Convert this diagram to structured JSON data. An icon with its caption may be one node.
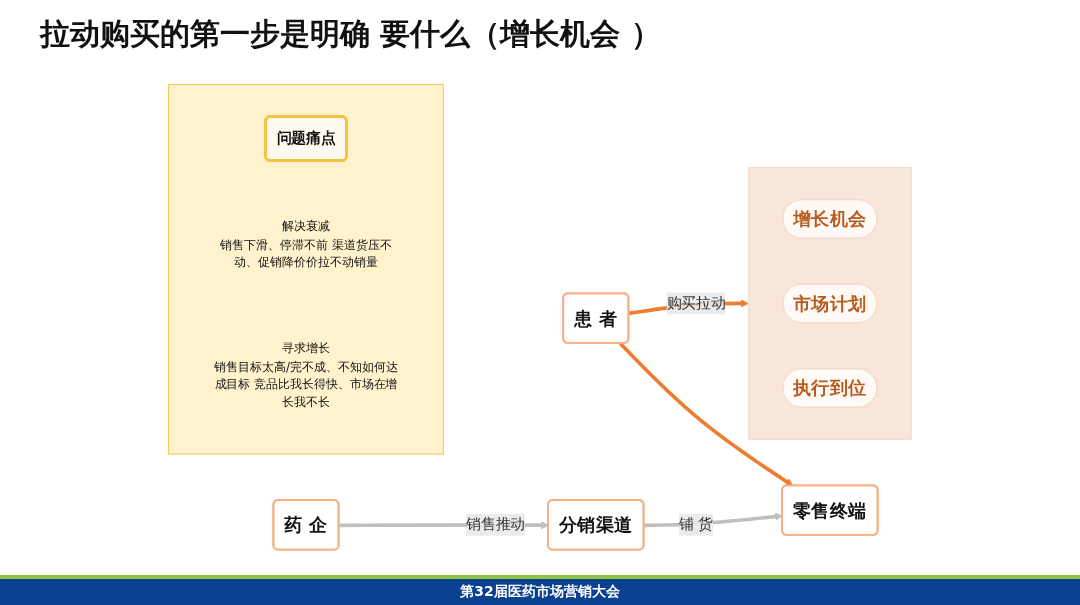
{
  "diagram": {
    "title": "拉动购买的第一步是明确 要什么（增长机会 ）",
    "caption": "第32届医药市场营销大会",
    "nodes": [
      {
        "text": [
          "患 者"
        ]
      },
      {
        "text": [
          "零售终端"
        ]
      },
      {
        "text": [
          "分销渠道"
        ]
      },
      {
        "text": [
          "药 企"
        ]
      },
      {
        "text": [],
        "shape": "box"
      },
      {
        "text": [
          "问题痛点"
        ],
        "in": 4
      },
      {
        "text": [
          "解决衰减",
          "销售下滑、停滞不前 渠道货压不动、促销降价价拉不动销量"
        ],
        "in": 4
      },
      {
        "text": [
          "寻求增长",
          "销售目标太高/完不成、不知如何达成目标 竞品比我长得快、市场在增长我不长"
        ],
        "in": 4
      },
      {
        "text": [],
        "shape": "band"
      },
      {
        "text": [
          "增长机会"
        ],
        "in": 8
      },
      {
        "text": [
          "市场计划"
        ],
        "in": 8
      },
      {
        "text": [
          "执行到位"
        ],
        "in": 8
      }
    ],
    "edges": [
      {
        "from": 0,
        "to": 1,
        "arrow": "to",
        "color": "#ed7d31"
      },
      {
        "from": 2,
        "to": 1,
        "arrow": "to",
        "label": "铺 货",
        "color": "#bfbfbf"
      },
      {
        "from": 3,
        "to": 2,
        "arrow": "to",
        "label": "销售推动",
        "color": "#bfbfbf"
      },
      {
        "from": 0,
        "to": 8,
        "arrow": "to",
        "label": "购买拉动",
        "color": "#ed7d31"
      }
    ]
  }
}
